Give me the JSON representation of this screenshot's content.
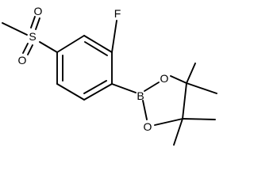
{
  "molecule": {
    "atoms": {
      "oxygen_top": "O",
      "sulfur": "S",
      "oxygen_bottom": "O",
      "fluorine": "F",
      "boron": "B",
      "oxygen_ring_upper": "O",
      "oxygen_ring_lower": "O"
    }
  }
}
